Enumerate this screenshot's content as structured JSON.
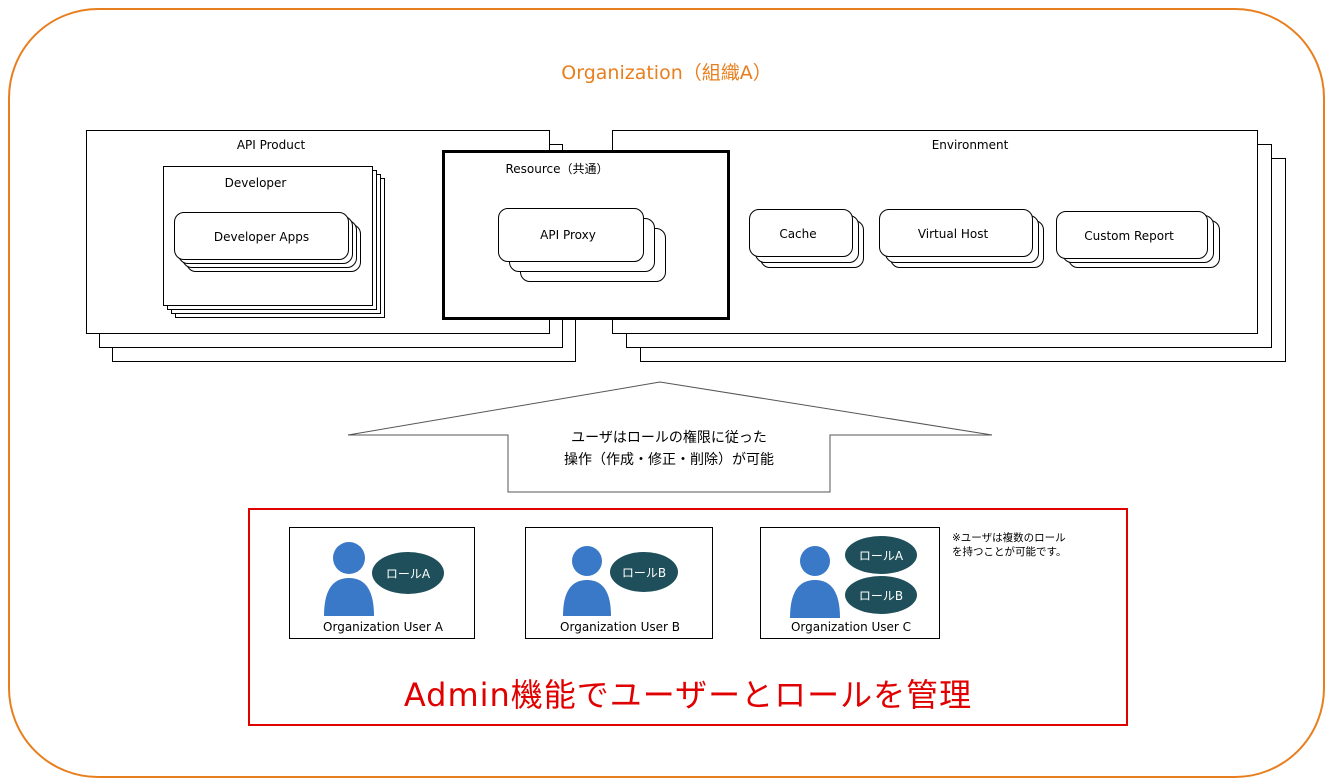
{
  "organization": {
    "title": "Organization（組織A）"
  },
  "api_product": {
    "title": "API Product",
    "developer": {
      "title": "Developer",
      "apps_label": "Developer Apps"
    }
  },
  "resource": {
    "title": "Resource（共通）",
    "proxy_label": "API Proxy"
  },
  "environment": {
    "title": "Environment",
    "items": [
      "Cache",
      "Virtual Host",
      "Custom Report"
    ]
  },
  "arrow_text": {
    "line1": "ユーザはロールの権限に従った",
    "line2": "操作（作成・修正・削除）が可能"
  },
  "users": [
    {
      "name": "Organization User A",
      "roles": [
        "ロールA"
      ]
    },
    {
      "name": "Organization User B",
      "roles": [
        "ロールB"
      ]
    },
    {
      "name": "Organization User C",
      "roles": [
        "ロールA",
        "ロールB"
      ]
    }
  ],
  "note": {
    "line1": "※ユーザは複数のロール",
    "line2": "を持つことが可能です。"
  },
  "admin_title": "Admin機能でユーザーとロールを管理",
  "colors": {
    "organization_border": "#e87f1e",
    "admin": "#e00000",
    "role_pill": "#1e4f5a",
    "user_icon": "#3a78c8"
  }
}
